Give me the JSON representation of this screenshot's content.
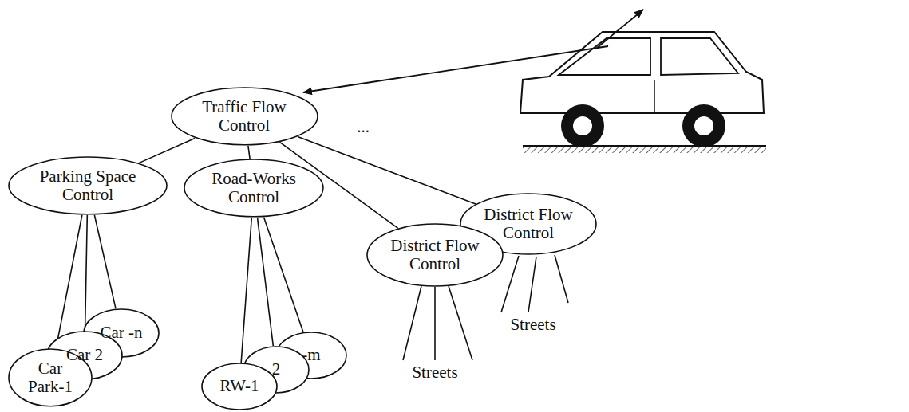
{
  "diagram": {
    "nodes": [
      {
        "text": [
          "Traffic Flow Control"
        ]
      },
      {
        "text": [
          "Parking Space Control"
        ]
      },
      {
        "text": [
          "Road-Works Control"
        ]
      },
      {
        "text": [
          "District Flow Control"
        ]
      },
      {
        "text": [
          "District Flow Control"
        ]
      },
      {
        "text": [
          "Car -n"
        ]
      },
      {
        "text": [
          "Car 2"
        ]
      },
      {
        "text": [
          "Car Park-1"
        ]
      },
      {
        "text": [
          "-m"
        ]
      },
      {
        "text": [
          "2"
        ]
      },
      {
        "text": [
          "RW-1"
        ]
      }
    ],
    "edges": [
      {
        "from": 0,
        "to": 1,
        "arrow": "none"
      },
      {
        "from": 0,
        "to": 2,
        "arrow": "none"
      },
      {
        "from": 0,
        "to": 3,
        "arrow": "none"
      },
      {
        "from": 0,
        "to": 4,
        "arrow": "none"
      },
      {
        "from": 1,
        "to": 5,
        "arrow": "none"
      },
      {
        "from": 1,
        "to": 6,
        "arrow": "none"
      },
      {
        "from": 1,
        "to": 7,
        "arrow": "none"
      },
      {
        "from": 2,
        "to": 8,
        "arrow": "none"
      },
      {
        "from": 2,
        "to": 9,
        "arrow": "none"
      },
      {
        "from": 2,
        "to": 10,
        "arrow": "none"
      }
    ],
    "labels": [
      "...",
      "Streets",
      "Streets"
    ]
  }
}
